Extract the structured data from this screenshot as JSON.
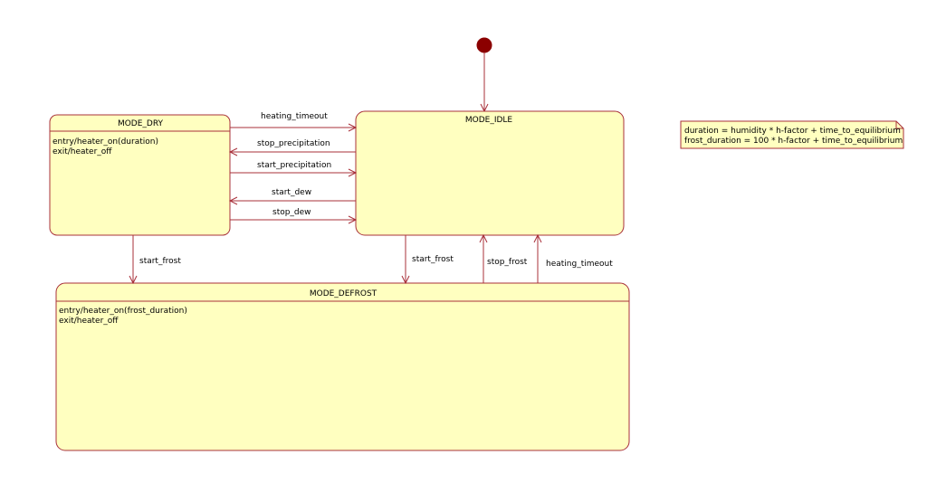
{
  "colors": {
    "state_fill": "#ffffc0",
    "border": "#a8303a",
    "initial_node": "#8b0000",
    "text": "#000000"
  },
  "states": {
    "dry": {
      "name": "MODE_DRY",
      "entry": "entry/heater_on(duration)",
      "exit": "exit/heater_off"
    },
    "idle": {
      "name": "MODE_IDLE"
    },
    "defrost": {
      "name": "MODE_DEFROST",
      "entry": "entry/heater_on(frost_duration)",
      "exit": "exit/heater_off"
    }
  },
  "transitions": {
    "dry_to_idle_heating_timeout": "heating_timeout",
    "idle_to_dry_stop_precipitation": "stop_precipitation",
    "dry_to_idle_start_precipitation": "start_precipitation",
    "idle_to_dry_start_dew": "start_dew",
    "dry_to_idle_stop_dew": "stop_dew",
    "dry_to_defrost_start_frost": "start_frost",
    "idle_to_defrost_start_frost": "start_frost",
    "defrost_to_idle_stop_frost": "stop_frost",
    "defrost_to_idle_heating_timeout": "heating_timeout"
  },
  "note": {
    "line1": "duration = humidity * h-factor + time_to_equilibrium",
    "line2": "frost_duration =  100 * h-factor + time_to_equilibrium"
  }
}
